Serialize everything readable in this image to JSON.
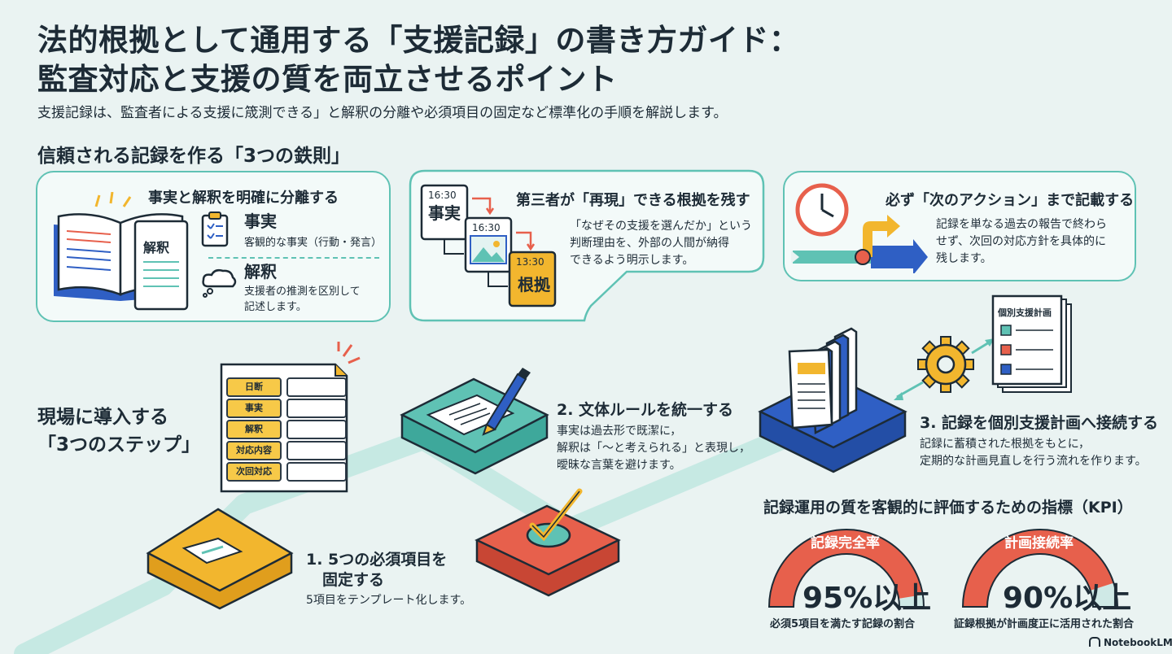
{
  "header": {
    "title_line1": "法的根拠として通用する「支援記録」の書き方ガイド：",
    "title_line2": "監査対応と支援の質を両立させるポイント",
    "subtitle": "支援記録は、監査者による支援に筬測できる」と解釈の分離や必須項目の固定など標準化の手順を解説します。"
  },
  "rules": {
    "heading": "信頼される記録を作る「3つの鉄則」",
    "rule1": {
      "title": "事実と解釈を明確に分離する",
      "book_label": "解釈",
      "fact_title": "事実",
      "fact_desc": "客観的な事実（行動・発言）",
      "interp_title": "解釈",
      "interp_desc_1": "支援者の推測を区別して",
      "interp_desc_2": "記述します。"
    },
    "rule2": {
      "title": "第三者が「再現」できる根拠を残す",
      "time1": "16:30",
      "doc1_label": "事実",
      "time2": "16:30",
      "time3": "13:30",
      "doc3_label": "根拠",
      "desc_1": "「なぜその支援を選んだか」という",
      "desc_2": "判断理由を、外部の人間が納得",
      "desc_3": "できるよう明示します。"
    },
    "rule3": {
      "title": "必ず「次のアクション」まで記載する",
      "desc_1": "記録を単なる過去の報告で終わら",
      "desc_2": "せず、次回の対応方針を具体的に",
      "desc_3": "残します。"
    }
  },
  "steps": {
    "heading_1": "現場に導入する",
    "heading_2": "「3つのステップ」",
    "form_fields": [
      "日断",
      "事実",
      "解釈",
      "対応内容",
      "次回対応"
    ],
    "step1": {
      "title_1": "1. 5つの必須項目を",
      "title_2": "固定する",
      "desc": "5項目をテンプレート化します。"
    },
    "step2": {
      "title": "2. 文体ルールを統一する",
      "desc_1": "事実は過去形で既潔に，",
      "desc_2": "解釈は「〜と考えられる」と表現し，",
      "desc_3": "曖昧な言葉を避けます。"
    },
    "step3": {
      "title": "3. 記録を個別支援計画へ接続する",
      "desc_1": "記録に蓄積された根拠をもとに，",
      "desc_2": "定期的な計画見直しを行う流れを作ります。",
      "plan_doc_title": "個別支援計画"
    }
  },
  "kpi": {
    "heading": "記録運用の質を客観的に評価するための指標（KPI）",
    "gauges": [
      {
        "label": "記録完全率",
        "value": "95%以上",
        "fraction": 0.95,
        "caption": "必須5項目を満たす記録の割合"
      },
      {
        "label": "計画接続率",
        "value": "90%以上",
        "fraction": 0.9,
        "caption": "証録根拠が計画度正に活用された割合"
      }
    ]
  },
  "footer": {
    "brand": "NotebookLM"
  },
  "colors": {
    "teal": "#5fc2b4",
    "yellow": "#f2b62e",
    "red": "#e7604c",
    "blue": "#2f5fc4",
    "dark": "#1d2b36",
    "kpi_track": "#cfe9e6"
  }
}
